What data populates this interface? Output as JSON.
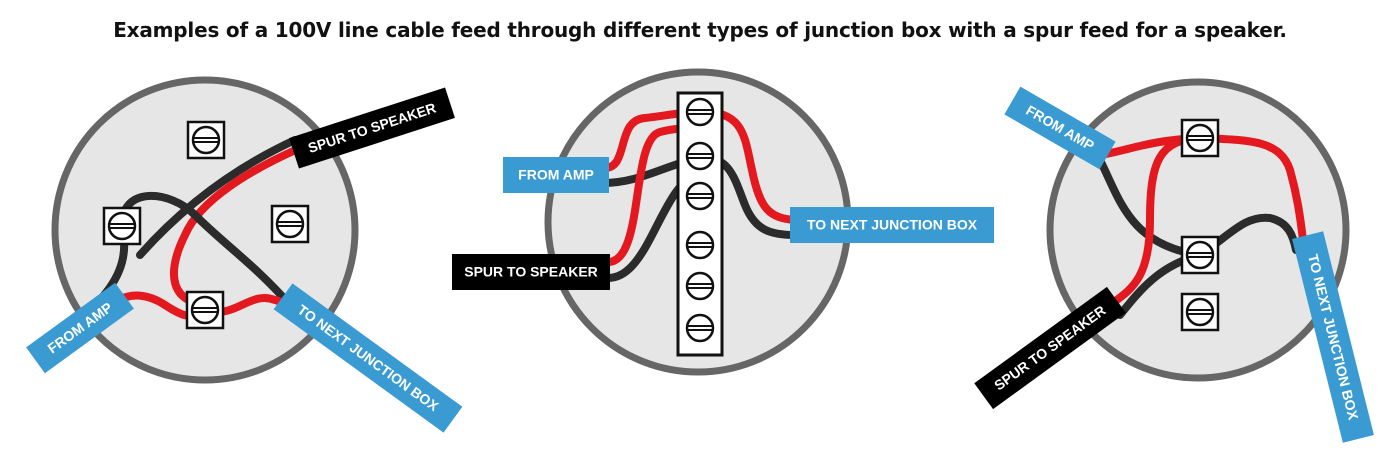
{
  "title": "Examples of a 100V line cable feed through different types of junction box with a spur feed for a speaker.",
  "labels": {
    "from_amp": "FROM AMP",
    "spur_to_speaker": "SPUR TO SPEAKER",
    "to_next_junction_box": "TO NEXT JUNCTION BOX"
  },
  "colors": {
    "box_fill": "#e6e6e6",
    "box_outline": "#666666",
    "live_wire": "#e3191f",
    "neutral_wire": "#2b2b2b",
    "label_blue": "#3a9bd3",
    "label_black": "#000000"
  },
  "diagrams": [
    {
      "name": "round-box-with-terminals"
    },
    {
      "name": "terminal-strip-box"
    },
    {
      "name": "round-box-three-terminals"
    }
  ]
}
